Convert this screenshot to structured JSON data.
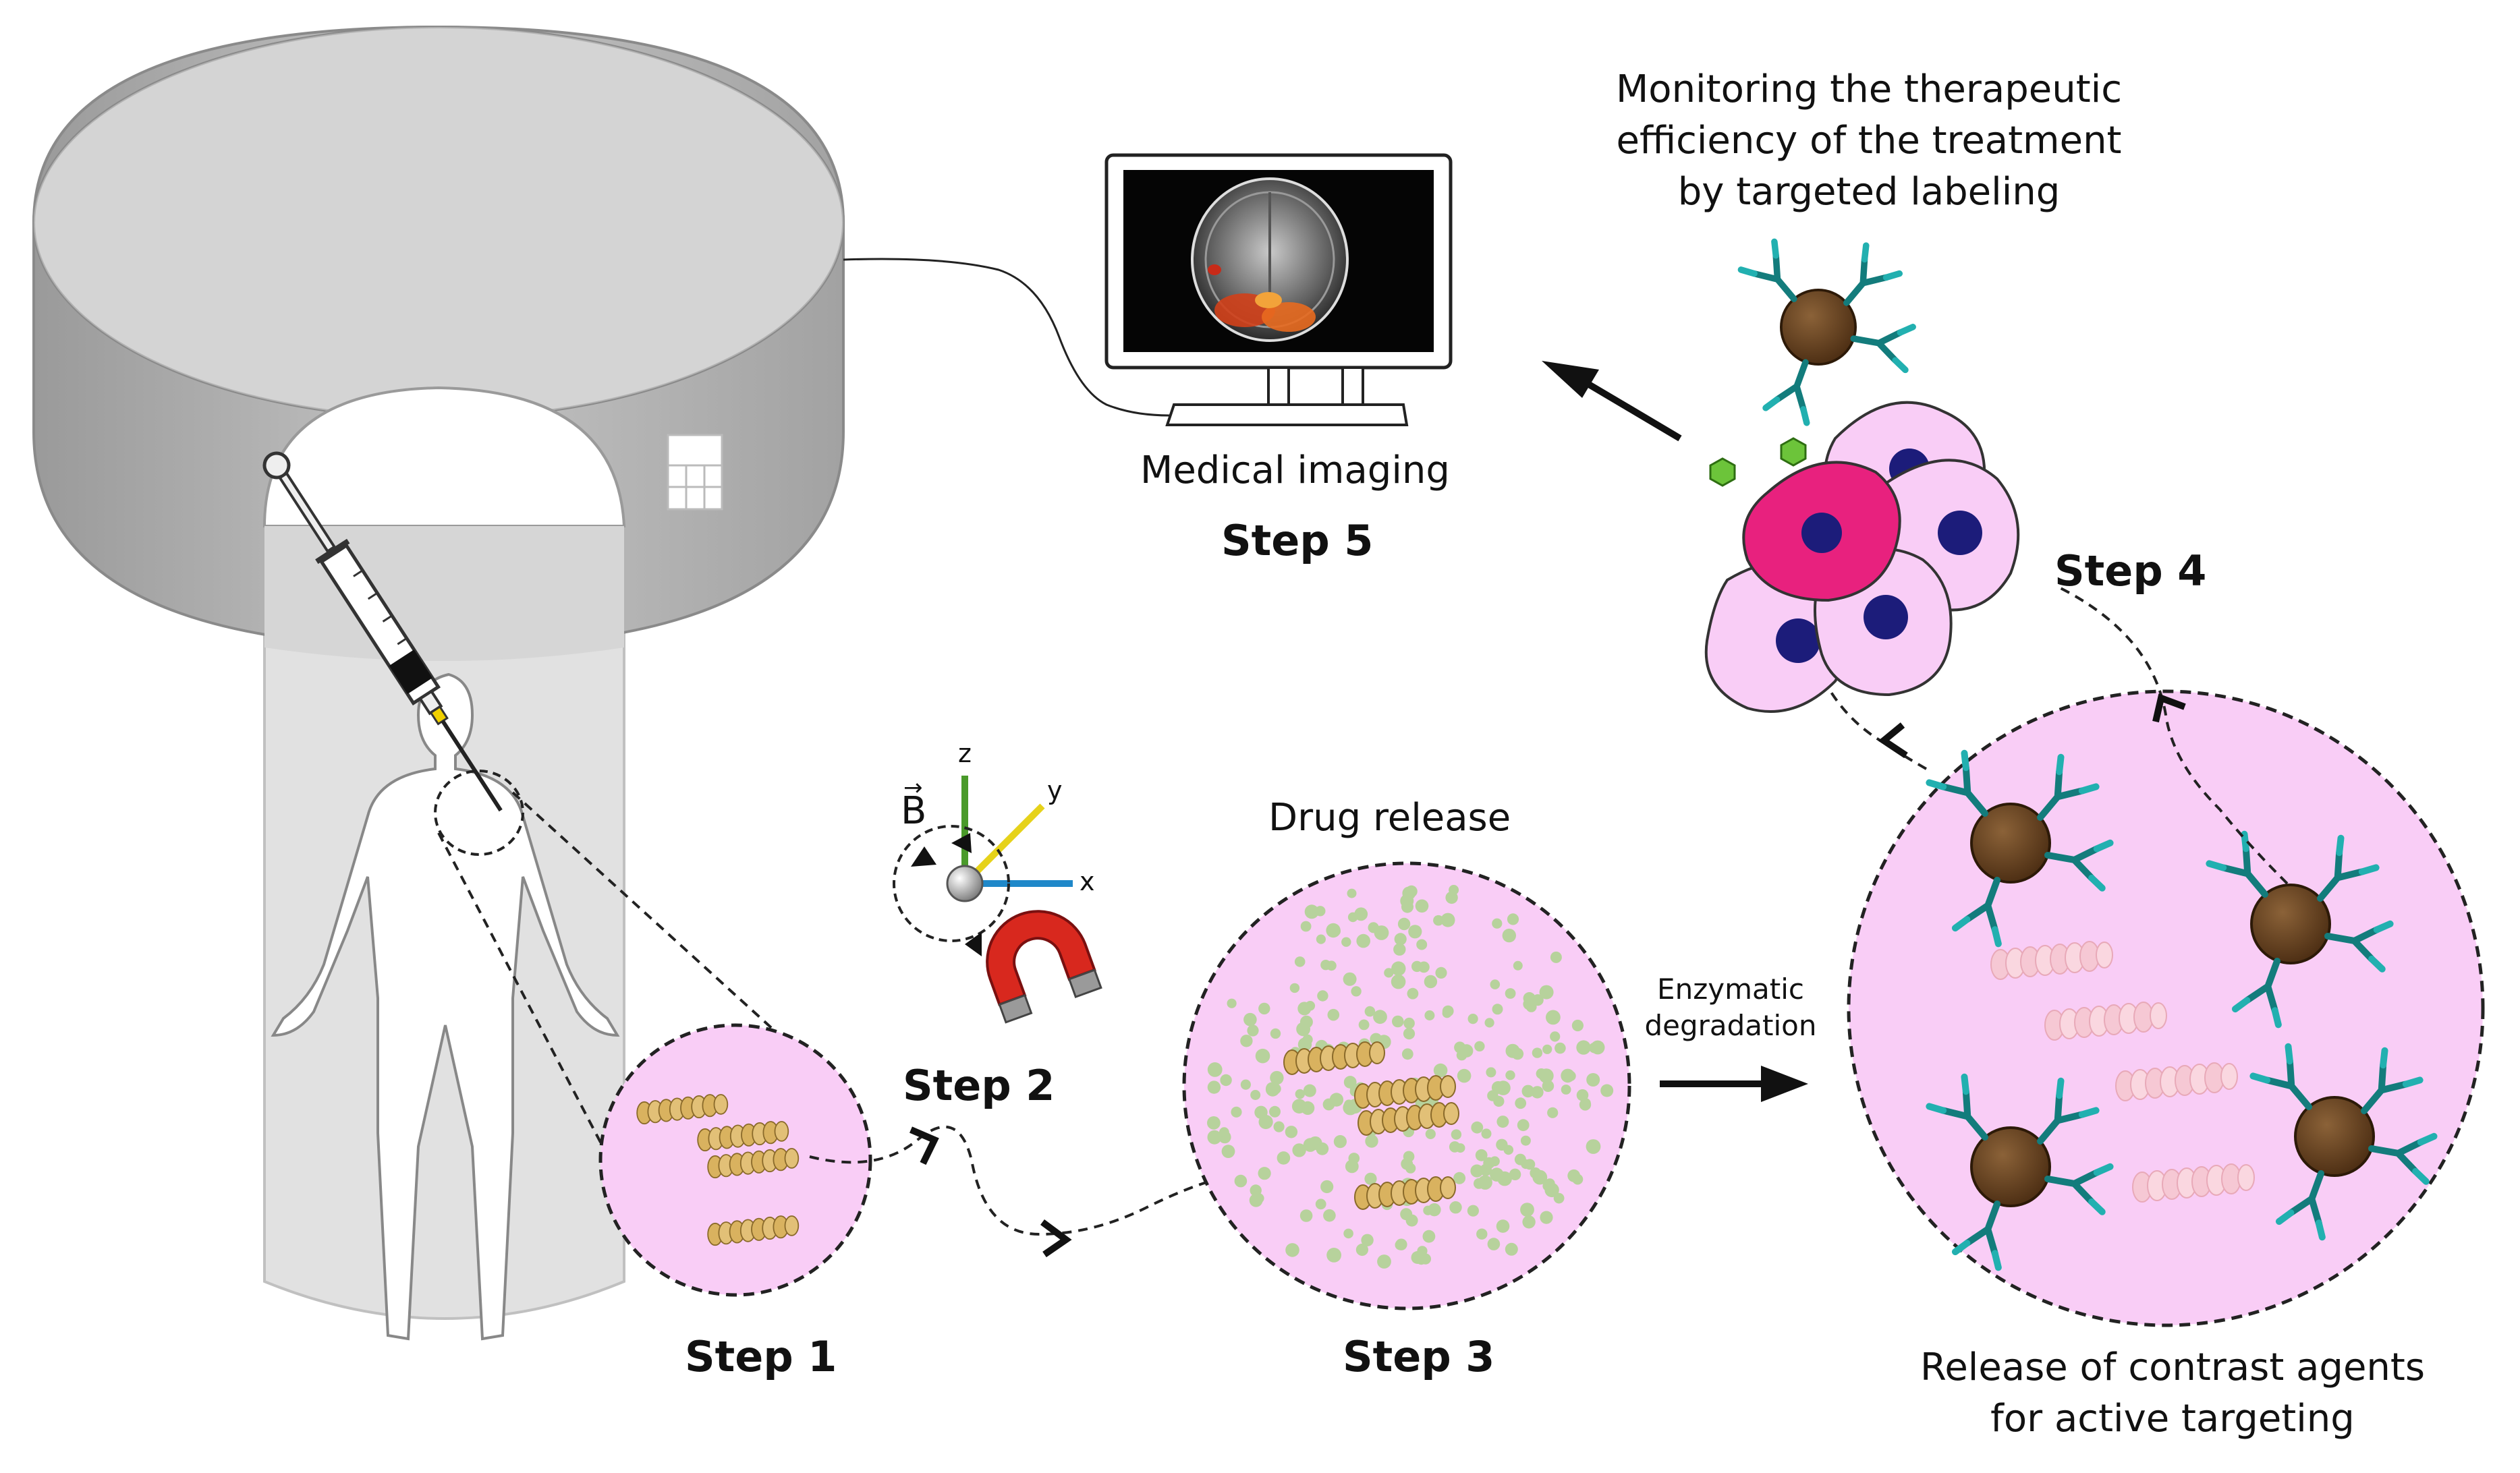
{
  "steps": {
    "step1": "Step 1",
    "step2": "Step 2",
    "step3": "Step 3",
    "step4": "Step 4",
    "step5": "Step 5"
  },
  "labels": {
    "monitoring": [
      "Monitoring the therapeutic",
      "efficiency of the treatment",
      "by targeted labeling"
    ],
    "medical_imaging": "Medical imaging",
    "drug_release": "Drug release",
    "enzymatic": [
      "Enzymatic",
      "degradation"
    ],
    "release_contrast": [
      "Release of contrast agents",
      "for active targeting"
    ]
  },
  "axes": {
    "b": "B",
    "x": "x",
    "y": "y",
    "z": "z"
  },
  "icons": [
    "mri-scanner-icon",
    "syringe-icon",
    "human-body-icon",
    "monitor-icon",
    "brain-scan-icon",
    "magnet-icon",
    "nanohelix-icon",
    "nanoparticle-icon",
    "antibody-icon",
    "cell-icon",
    "arrow-icon"
  ],
  "colors": {
    "pink_fill": "#f9cdf6",
    "scanner_gray": "#a9a9a9",
    "bore_gray": "#e1e1e1",
    "tumor_cell": "#e8217e",
    "nucleus": "#1c1c7a",
    "nanoparticle": "#5c3a1c",
    "antibody": "#1a9a9a",
    "green_marker": "#6cc43a",
    "magnet_red": "#d8281e",
    "helix": "#d9b25f",
    "drug_dot": "#b7d29c"
  }
}
